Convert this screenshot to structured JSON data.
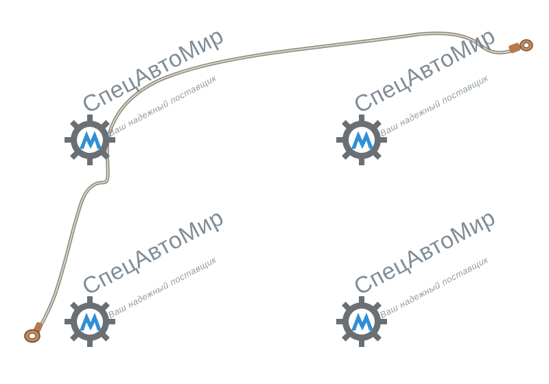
{
  "image": {
    "subject": "bent metal fuel pipe with banjo fittings",
    "background": "#ffffff",
    "pipe_color": "#b8b2a6"
  },
  "watermark": {
    "brand": "СпецАвтоМир",
    "tagline": "Ваш надежный поставщик",
    "gear_color": "#6a6f74",
    "mark_color": "#2f8fd6"
  }
}
